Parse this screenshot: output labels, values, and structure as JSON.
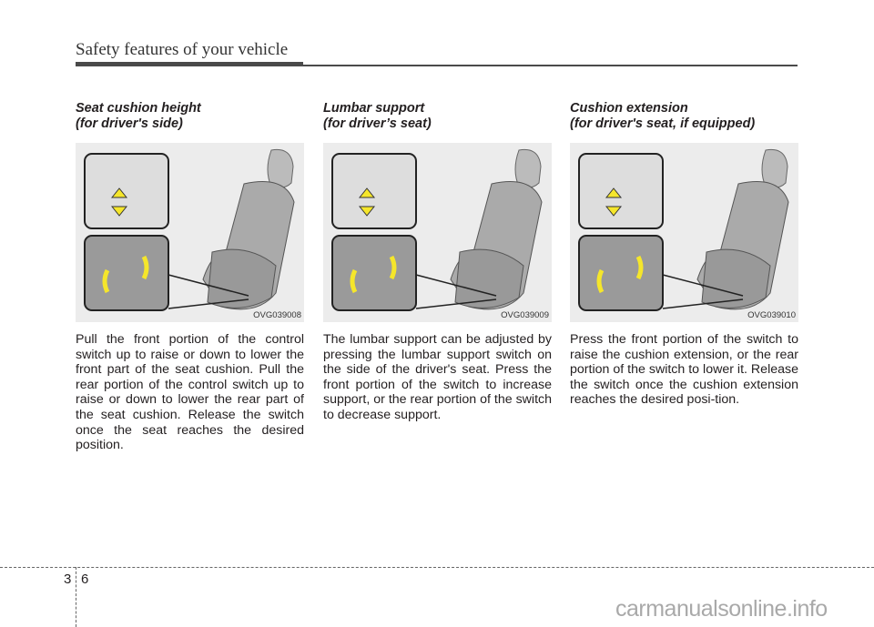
{
  "header": {
    "title": "Safety features of your vehicle"
  },
  "sections": [
    {
      "title": "Seat cushion height",
      "subtitle": "(for driver's side)",
      "figure_code": "OVG039008",
      "body": "Pull the front portion of the control switch up to raise or down to lower the front part of the seat cushion. Pull the rear portion of the control switch up to raise or down to lower the rear part of the seat cushion. Release the switch once the seat reaches the desired position."
    },
    {
      "title": "Lumbar support",
      "subtitle": "(for driver’s seat)",
      "figure_code": "OVG039009",
      "body": "The lumbar support can be adjusted by pressing the lumbar support switch on the side of the driver's seat. Press the front portion of the switch to increase support, or the rear portion of the switch to decrease support."
    },
    {
      "title": "Cushion extension",
      "subtitle": "(for driver's seat, if equipped)",
      "figure_code": "OVG039010",
      "body": "Press the front portion of the switch to raise the cushion extension, or the rear portion of the switch to lower it. Release the switch once the cushion extension reaches the desired posi-tion."
    }
  ],
  "footer": {
    "section_number": "3",
    "page_number": "6",
    "watermark": "carmanualsonline.info"
  },
  "colors": {
    "arrow": "#f5e62b",
    "bar": "#4a4a4a"
  }
}
